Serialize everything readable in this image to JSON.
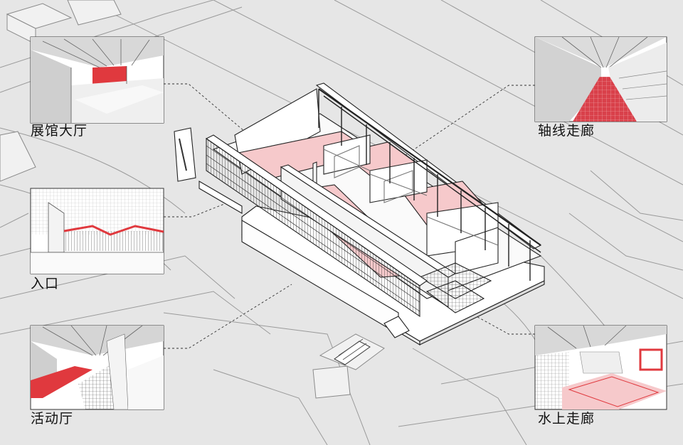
{
  "views": {
    "exhibition_hall": {
      "label": "展馆大厅"
    },
    "entrance": {
      "label": "入口"
    },
    "activity_hall": {
      "label": "活动厅"
    },
    "axis_corridor": {
      "label": "轴线走廊"
    },
    "water_corridor": {
      "label": "水上走廊"
    }
  },
  "colors": {
    "background": "#e6e6e6",
    "highlight_red": "#e0393e",
    "highlight_pink": "#f6c9cb",
    "line": "#222222"
  }
}
